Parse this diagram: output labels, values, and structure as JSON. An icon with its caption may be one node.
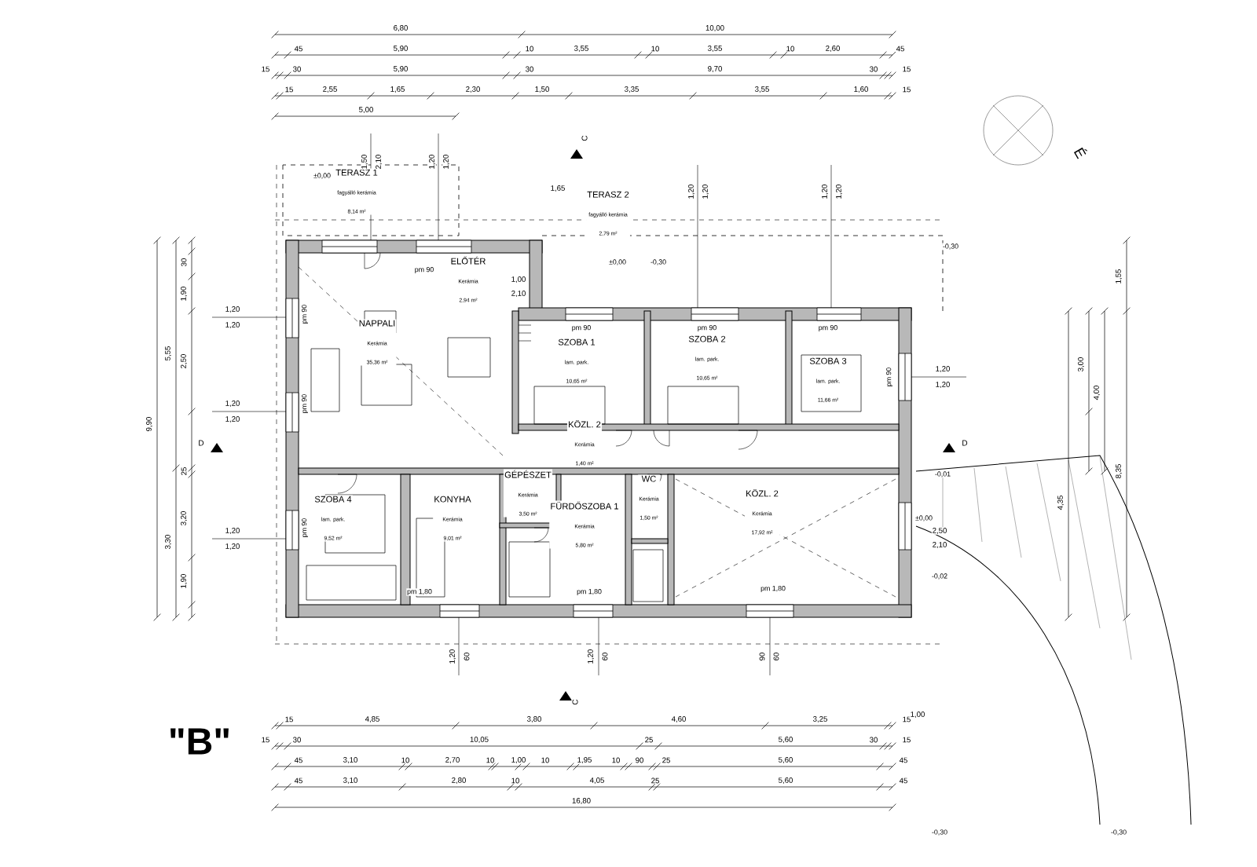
{
  "diagram": {
    "nodes": [
      {
        "text": [
          "TERASZ 1",
          "fagyálló kerámia",
          "8,14 m²"
        ]
      },
      {
        "text": [
          "TERASZ 2",
          "fagyálló kerámia",
          "2,79 m²"
        ]
      },
      {
        "text": [
          "ELŐTÉR",
          "Kerámia",
          "2,94 m²"
        ]
      },
      {
        "text": [
          "NAPPALI",
          "Kerámia",
          "35,36 m²"
        ]
      },
      {
        "text": [
          "SZOBA 1",
          "lam. park.",
          "10,65 m²"
        ]
      },
      {
        "text": [
          "SZOBA 2",
          "lam. park.",
          "10,65 m²"
        ]
      },
      {
        "text": [
          "SZOBA 3",
          "lam. park.",
          "11,66 m²"
        ]
      },
      {
        "text": [
          "KÖZL. 2",
          "Kerámia",
          "1,40 m²"
        ]
      },
      {
        "text": [
          "SZOBA 4",
          "lam. park.",
          "9,52 m²"
        ]
      },
      {
        "text": [
          "KONYHA",
          "Kerámia",
          "9,01 m²"
        ]
      },
      {
        "text": [
          "GÉPÉSZET",
          "Kerámia",
          "3,50 m²"
        ]
      },
      {
        "text": [
          "FÜRDŐSZOBA 1",
          "Kerámia",
          "5,80 m²"
        ]
      },
      {
        "text": [
          "WC",
          "Kerámia",
          "1,50 m²"
        ]
      },
      {
        "text": [
          "KÖZL. 2",
          "Kerámia",
          "17,92 m²"
        ]
      }
    ],
    "labels": [
      "6,80",
      "10,00",
      "45",
      "5,90",
      "10",
      "3,55",
      "10",
      "3,55",
      "10",
      "2,60",
      "45",
      "15",
      "30",
      "5,90",
      "30",
      "9,70",
      "30",
      "15",
      "15",
      "2,55",
      "1,65",
      "2,30",
      "1,50",
      "3,35",
      "3,55",
      "1,60",
      "15",
      "5,00",
      "15",
      "4,85",
      "3,80",
      "4,60",
      "3,25",
      "15",
      "15",
      "30",
      "10,05",
      "25",
      "5,60",
      "30",
      "15",
      "45",
      "3,10",
      "10",
      "2,70",
      "10",
      "1,00",
      "10",
      "1,95",
      "10",
      "90",
      "25",
      "5,60",
      "45",
      "45",
      "3,10",
      "2,80",
      "10",
      "4,05",
      "25",
      "5,60",
      "45",
      "16,80",
      "\"B\"",
      "9,90",
      "5,55",
      "3,30",
      "30",
      "1,90",
      "2,50",
      "25",
      "3,20",
      "1,90",
      "1,20",
      "1,20",
      "1,20",
      "1,20",
      "1,20",
      "1,20",
      "1,20",
      "1,20",
      "1,55",
      "3,00",
      "4,00",
      "4,35",
      "8,35",
      "±0,00",
      "±0,00",
      "-0,30",
      "-0,30",
      "-0,01",
      "±0,00",
      "-0,02",
      "-0,30",
      "-0,30",
      "1,65",
      "1,00",
      "1,00",
      "2,10",
      "2,50",
      "2,10",
      "pm 90",
      "pm 90",
      "pm 90",
      "pm 90",
      "pm 90",
      "pm 90",
      "pm 90",
      "pm 90",
      "pm 1,80",
      "pm 1,80",
      "pm 1,80",
      "C",
      "C",
      "D",
      "D",
      "É",
      "1,20",
      "60",
      "1,20",
      "60",
      "90",
      "60",
      "1,20",
      "1,20",
      "1,20",
      "1,20",
      "1,50",
      "2,10",
      "1,20",
      "1,20"
    ]
  }
}
